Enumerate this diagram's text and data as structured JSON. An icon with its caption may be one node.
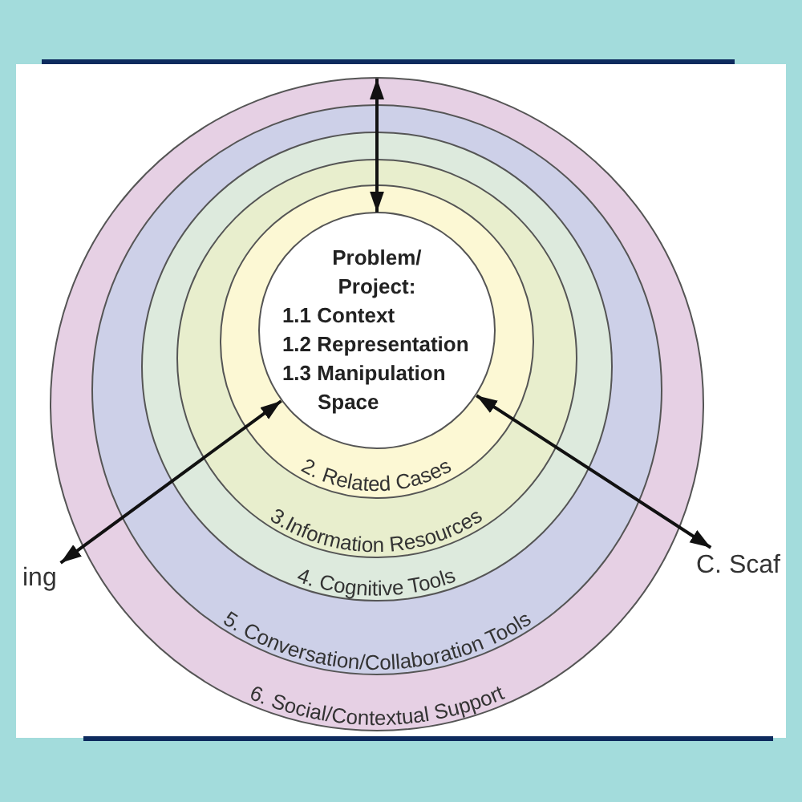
{
  "diagram": {
    "nodes": [
      {
        "text": [
          "6. Social/Contextual Support"
        ]
      },
      {
        "text": [
          "5. Conversation/Collaboration Tools"
        ],
        "in": 0
      },
      {
        "text": [
          "4. Cognitive Tools"
        ],
        "in": 1
      },
      {
        "text": [
          "3.Information Resources"
        ],
        "in": 2
      },
      {
        "text": [
          "2. Related Cases"
        ],
        "in": 3
      },
      {
        "text": [
          "Problem/ Project:",
          "1.1 Context",
          "1.2 Representation",
          "1.3 Manipulation Space"
        ],
        "in": 4
      },
      {
        "text": [
          "ing"
        ]
      },
      {
        "text": [
          "C. Scaf"
        ]
      }
    ],
    "edges": [
      {
        "from": null,
        "to": 5,
        "arrow": "both"
      },
      {
        "from": 6,
        "to": 5,
        "arrow": "both"
      },
      {
        "from": 7,
        "to": 5,
        "arrow": "both"
      }
    ]
  }
}
